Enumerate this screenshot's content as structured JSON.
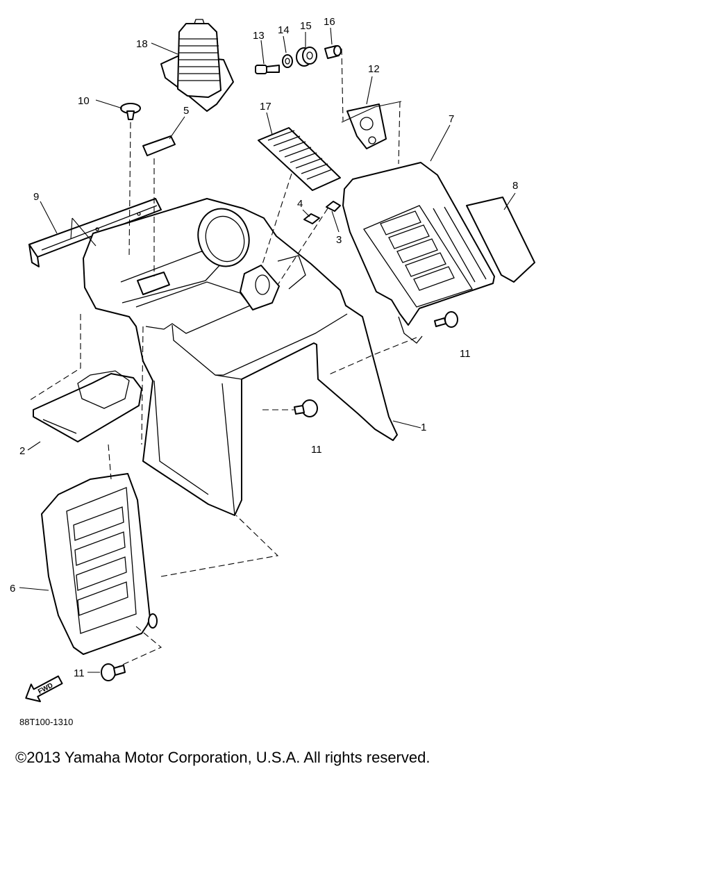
{
  "diagram": {
    "callouts": {
      "c1": "1",
      "c2": "2",
      "c3": "3",
      "c4": "4",
      "c5": "5",
      "c6": "6",
      "c7": "7",
      "c8": "8",
      "c9": "9",
      "c10": "10",
      "c11a": "11",
      "c11b": "11",
      "c11c": "11",
      "c12": "12",
      "c13": "13",
      "c14": "14",
      "c15": "15",
      "c16": "16",
      "c17": "17",
      "c18": "18"
    },
    "fwd_label": "FWD",
    "figure_code": "88T100-1310"
  },
  "footer": {
    "copyright": "©2013 Yamaha Motor Corporation, U.S.A. All rights reserved."
  }
}
